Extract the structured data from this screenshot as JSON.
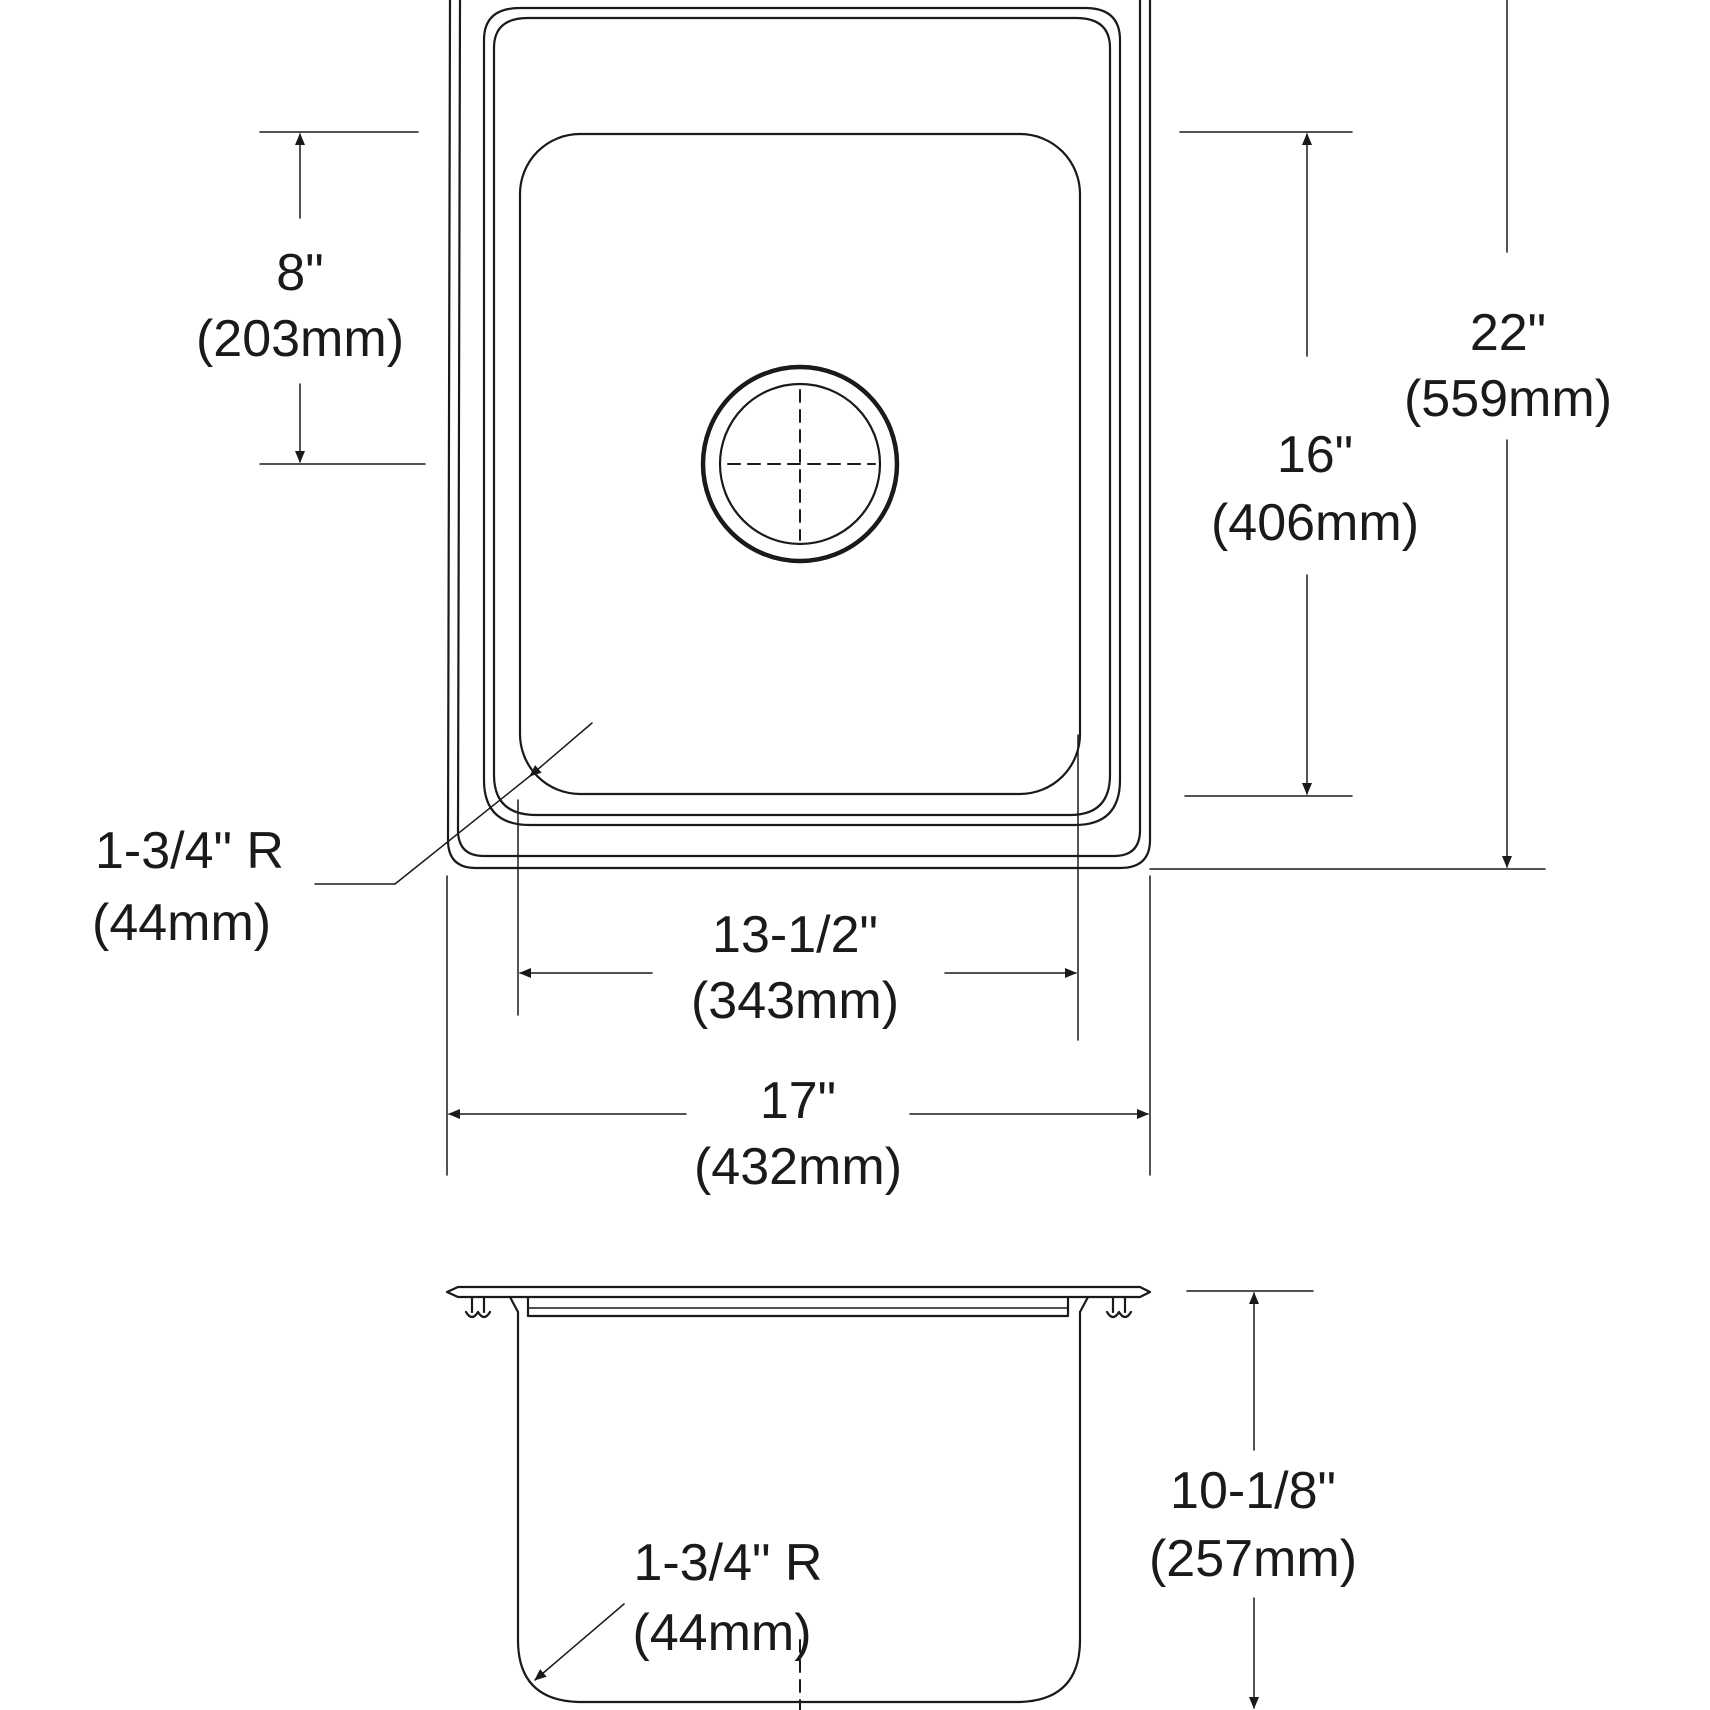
{
  "dimensions": {
    "bowl_front_to_drain": {
      "inches": "8\"",
      "mm": "(203mm)"
    },
    "bowl_length": {
      "inches": "16\"",
      "mm": "(406mm)"
    },
    "overall_length": {
      "inches": "22\"",
      "mm": "(559mm)"
    },
    "corner_radius_top": {
      "inches": "1-3/4\" R",
      "mm": "(44mm)"
    },
    "bowl_width": {
      "inches": "13-1/2\"",
      "mm": "(343mm)"
    },
    "overall_width": {
      "inches": "17\"",
      "mm": "(432mm)"
    },
    "bowl_depth": {
      "inches": "10-1/8\"",
      "mm": "(257mm)"
    },
    "corner_radius_side": {
      "inches": "1-3/4\" R",
      "mm": "(44mm)"
    }
  }
}
